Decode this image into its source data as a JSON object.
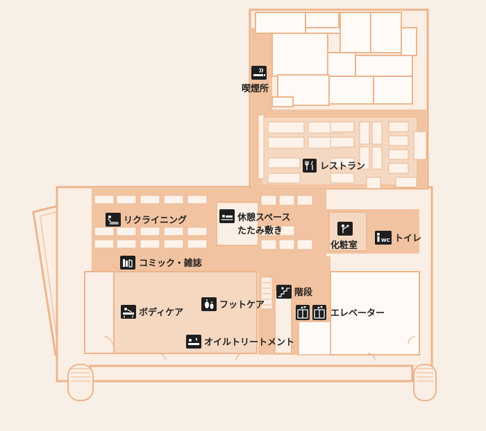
{
  "colors": {
    "background": "#f8efe6",
    "wall_outer": "#ecb58c",
    "wall_inner": "#f3cfb2",
    "floor_main": "#f2c3a0",
    "floor_room": "#f5d8c1",
    "floor_light": "#fbeee4",
    "floor_white": "#fffaf6",
    "seat": "#fdf3ea",
    "seat_stroke": "#e8b895",
    "icon_bg": "#1e1e1e",
    "label_text": "#222222"
  },
  "labels": {
    "smoking": "喫煙所",
    "restaurant": "レストラン",
    "reclining": "リクライニング",
    "rest_space_line1": "休憩スペース",
    "rest_space_line2": "たたみ敷き",
    "powder_room": "化粧室",
    "toilet": "トイレ",
    "comic": "コミック・雑誌",
    "stairs": "階段",
    "body_care": "ボディケア",
    "foot_care": "フットケア",
    "elevator": "エレベーター",
    "oil_treatment": "オイルトリートメント",
    "wc_badge": "WC"
  },
  "icons": {
    "smoking": "smoking-icon",
    "restaurant": "fork-knife-icon",
    "reclining": "reclining-seat-icon",
    "rest_space": "tatami-rest-icon",
    "powder_room": "powder-room-icon",
    "toilet": "toilet-icon",
    "comic": "book-shelf-icon",
    "stairs": "stairs-icon",
    "body_care": "body-care-icon",
    "foot_care": "foot-care-icon",
    "elevator": "elevator-icon",
    "oil_treatment": "oil-treatment-icon"
  }
}
